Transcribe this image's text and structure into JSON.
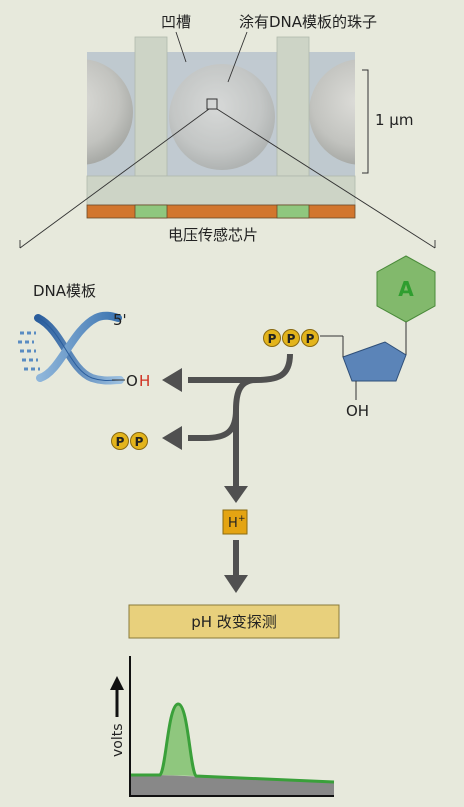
{
  "labels": {
    "well": "凹槽",
    "bead": "涂有DNA模板的珠子",
    "scale": "1 μm",
    "chip": "电压传感芯片",
    "dna_template": "DNA模板",
    "five_prime": "5'",
    "oh_o": "O",
    "oh_h": "H",
    "sugar_oh": "OH",
    "base": "A",
    "phosphate": "P",
    "proton": "H",
    "proton_sup": "+",
    "ph_box": "pH 改变探测",
    "volts": "volts"
  },
  "colors": {
    "background": "#e7e9dc",
    "chip_orange": "#d2762e",
    "chip_green": "#8fc77e",
    "base_green": "#82b96c",
    "base_letter": "#2f9e2f",
    "sugar_blue": "#5b84b8",
    "phosphate_yellow": "#e3b41c",
    "proton_orange": "#e4a412",
    "ph_box_fill": "#e8d07c",
    "arrow_gray": "#505050",
    "peak_green": "#3aa03a",
    "hydrogen_red": "#d03020"
  }
}
